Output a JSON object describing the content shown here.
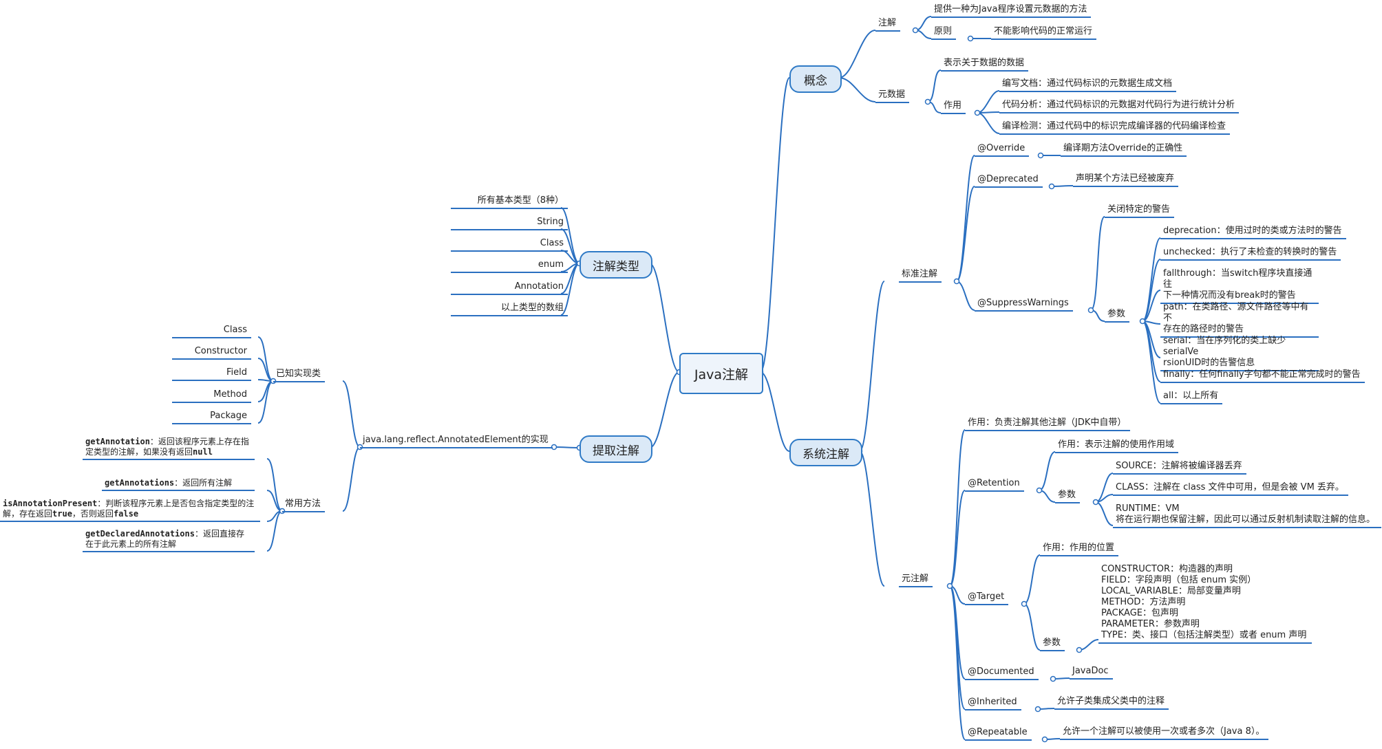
{
  "root": "Java注解",
  "branches": {
    "concept": "概念",
    "annotation_types": "注解类型",
    "extract": "提取注解",
    "system": "系统注解"
  },
  "concept": {
    "annotation": {
      "label": "注解",
      "desc": "提供一种为Java程序设置元数据的方法",
      "principle": "原则",
      "principle_desc": "不能影响代码的正常运行"
    },
    "metadata": {
      "label": "元数据",
      "desc": "表示关于数据的数据",
      "usage": "作用",
      "items": [
        "编写文档：通过代码标识的元数据生成文档",
        "代码分析：通过代码标识的元数据对代码行为进行统计分析",
        "编译检测：通过代码中的标识完成编译器的代码编译检查"
      ]
    }
  },
  "annotation_types": {
    "items": [
      "所有基本类型（8种）",
      "String",
      "Class",
      "enum",
      "Annotation",
      "以上类型的数组"
    ]
  },
  "extract": {
    "impl": "java.lang.reflect.AnnotatedElement的实现",
    "known_label": "已知实现类",
    "known": [
      "Class",
      "Constructor",
      "Field",
      "Method",
      "Package"
    ],
    "methods_label": "常用方法",
    "methods": [
      {
        "name": "getAnnotation",
        "desc": "：返回该程序元素上存在指定类型的注解，如果没有返回",
        "tail": "null"
      },
      {
        "name": "getAnnotations",
        "desc": "：返回所有注解",
        "tail": ""
      },
      {
        "name": "isAnnotationPresent",
        "desc": "：判断该程序元素上是否包含指定类型的注解，存在返回",
        "tail": "true",
        "desc2": "，否则返回",
        "tail2": "false"
      },
      {
        "name": "getDeclaredAnnotations",
        "desc": "：返回直接存在于此元素上的所有注解",
        "tail": ""
      }
    ]
  },
  "system": {
    "standard": {
      "label": "标准注解",
      "override": "@Override",
      "override_desc": "编译期方法Override的正确性",
      "deprecated": "@Deprecated",
      "deprecated_desc": "声明某个方法已经被废弃",
      "suppress": "@SuppressWarnings",
      "suppress_desc": "关闭特定的警告",
      "params_label": "参数",
      "params": [
        "deprecation：使用过时的类或方法时的警告",
        "unchecked：执行了未检查的转换时的警告",
        "fallthrough：当switch程序块直接通往|下一种情况而没有break时的警告",
        "path：在类路径、源文件路径等中有不|存在的路径时的警告",
        "serial：当在序列化的类上缺少serialVe|rsionUID时的告警信息",
        "finally：任何finally字句都不能正常完成时的警告",
        "all：以上所有"
      ]
    },
    "meta": {
      "label": "元注解",
      "desc": "作用：负责注解其他注解（JDK中自带）",
      "retention": "@Retention",
      "retention_desc": "作用：表示注解的使用作用域",
      "retention_params_label": "参数",
      "retention_params": [
        "SOURCE：注解将被编译器丢弃",
        "CLASS：注解在 class 文件中可用，但是会被 VM 丢弃。",
        "RUNTIME：VM|将在运行期也保留注解，因此可以通过反射机制读取注解的信息。"
      ],
      "target": "@Target",
      "target_desc": "作用：作用的位置",
      "target_params_label": "参数",
      "target_params": [
        "CONSTRUCTOR：构造器的声明",
        "FIELD：字段声明（包括 enum 实例）",
        "LOCAL_VARIABLE：局部变量声明",
        "METHOD：方法声明",
        "PACKAGE：包声明",
        "PARAMETER：参数声明",
        "TYPE：类、接口（包括注解类型）或者 enum 声明"
      ],
      "documented": "@Documented",
      "documented_desc": "JavaDoc",
      "inherited": "@Inherited",
      "inherited_desc": "允许子类集成父类中的注释",
      "repeatable": "@Repeatable",
      "repeatable_desc": "允许一个注解可以被使用一次或者多次（Java 8）。"
    }
  },
  "colors": {
    "line": "#2a6fc0",
    "pill_fill": "#dbe9f7",
    "pill_border": "#2f7ac6"
  }
}
